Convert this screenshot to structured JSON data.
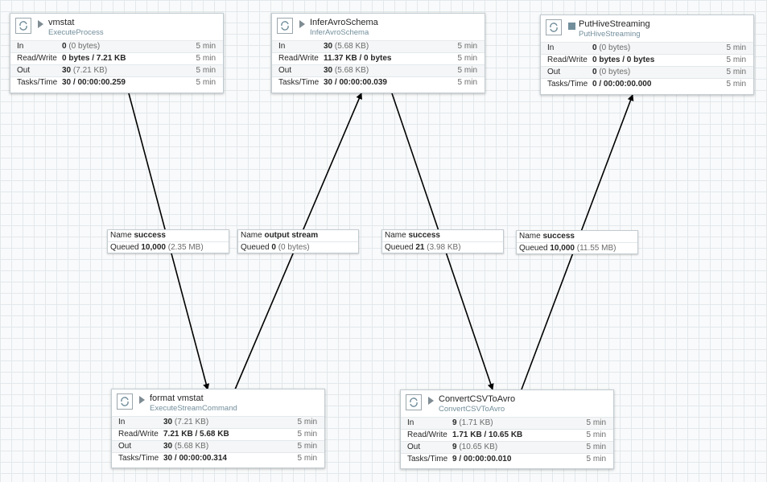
{
  "processors": [
    {
      "name": "vmstat",
      "type": "ExecuteProcess",
      "state": "running",
      "stats": [
        {
          "label": "In",
          "value": "0",
          "detail": "(0 bytes)",
          "time": "5 min"
        },
        {
          "label": "Read/Write",
          "value": "0 bytes / 7.21 KB",
          "detail": "",
          "time": "5 min"
        },
        {
          "label": "Out",
          "value": "30",
          "detail": "(7.21 KB)",
          "time": "5 min"
        },
        {
          "label": "Tasks/Time",
          "value": "30 / 00:00:00.259",
          "detail": "",
          "time": "5 min"
        }
      ]
    },
    {
      "name": "InferAvroSchema",
      "type": "InferAvroSchema",
      "state": "running",
      "stats": [
        {
          "label": "In",
          "value": "30",
          "detail": "(5.68 KB)",
          "time": "5 min"
        },
        {
          "label": "Read/Write",
          "value": "11.37 KB / 0 bytes",
          "detail": "",
          "time": "5 min"
        },
        {
          "label": "Out",
          "value": "30",
          "detail": "(5.68 KB)",
          "time": "5 min"
        },
        {
          "label": "Tasks/Time",
          "value": "30 / 00:00:00.039",
          "detail": "",
          "time": "5 min"
        }
      ]
    },
    {
      "name": "PutHiveStreaming",
      "type": "PutHiveStreaming",
      "state": "stopped",
      "stats": [
        {
          "label": "In",
          "value": "0",
          "detail": "(0 bytes)",
          "time": "5 min"
        },
        {
          "label": "Read/Write",
          "value": "0 bytes / 0 bytes",
          "detail": "",
          "time": "5 min"
        },
        {
          "label": "Out",
          "value": "0",
          "detail": "(0 bytes)",
          "time": "5 min"
        },
        {
          "label": "Tasks/Time",
          "value": "0 / 00:00:00.000",
          "detail": "",
          "time": "5 min"
        }
      ]
    },
    {
      "name": "format vmstat",
      "type": "ExecuteStreamCommand",
      "state": "running",
      "stats": [
        {
          "label": "In",
          "value": "30",
          "detail": "(7.21 KB)",
          "time": "5 min"
        },
        {
          "label": "Read/Write",
          "value": "7.21 KB / 5.68 KB",
          "detail": "",
          "time": "5 min"
        },
        {
          "label": "Out",
          "value": "30",
          "detail": "(5.68 KB)",
          "time": "5 min"
        },
        {
          "label": "Tasks/Time",
          "value": "30 / 00:00:00.314",
          "detail": "",
          "time": "5 min"
        }
      ]
    },
    {
      "name": "ConvertCSVToAvro",
      "type": "ConvertCSVToAvro",
      "state": "running",
      "stats": [
        {
          "label": "In",
          "value": "9",
          "detail": "(1.71 KB)",
          "time": "5 min"
        },
        {
          "label": "Read/Write",
          "value": "1.71 KB / 10.65 KB",
          "detail": "",
          "time": "5 min"
        },
        {
          "label": "Out",
          "value": "9",
          "detail": "(10.65 KB)",
          "time": "5 min"
        },
        {
          "label": "Tasks/Time",
          "value": "9 / 00:00:00.010",
          "detail": "",
          "time": "5 min"
        }
      ]
    }
  ],
  "connections": [
    {
      "name_label": "Name",
      "name": "success",
      "queued_label": "Queued",
      "queued_count": "10,000",
      "queued_size": "(2.35 MB)"
    },
    {
      "name_label": "Name",
      "name": "output stream",
      "queued_label": "Queued",
      "queued_count": "0",
      "queued_size": "(0 bytes)"
    },
    {
      "name_label": "Name",
      "name": "success",
      "queued_label": "Queued",
      "queued_count": "21",
      "queued_size": "(3.98 KB)"
    },
    {
      "name_label": "Name",
      "name": "success",
      "queued_label": "Queued",
      "queued_count": "10,000",
      "queued_size": "(11.55 MB)"
    }
  ]
}
